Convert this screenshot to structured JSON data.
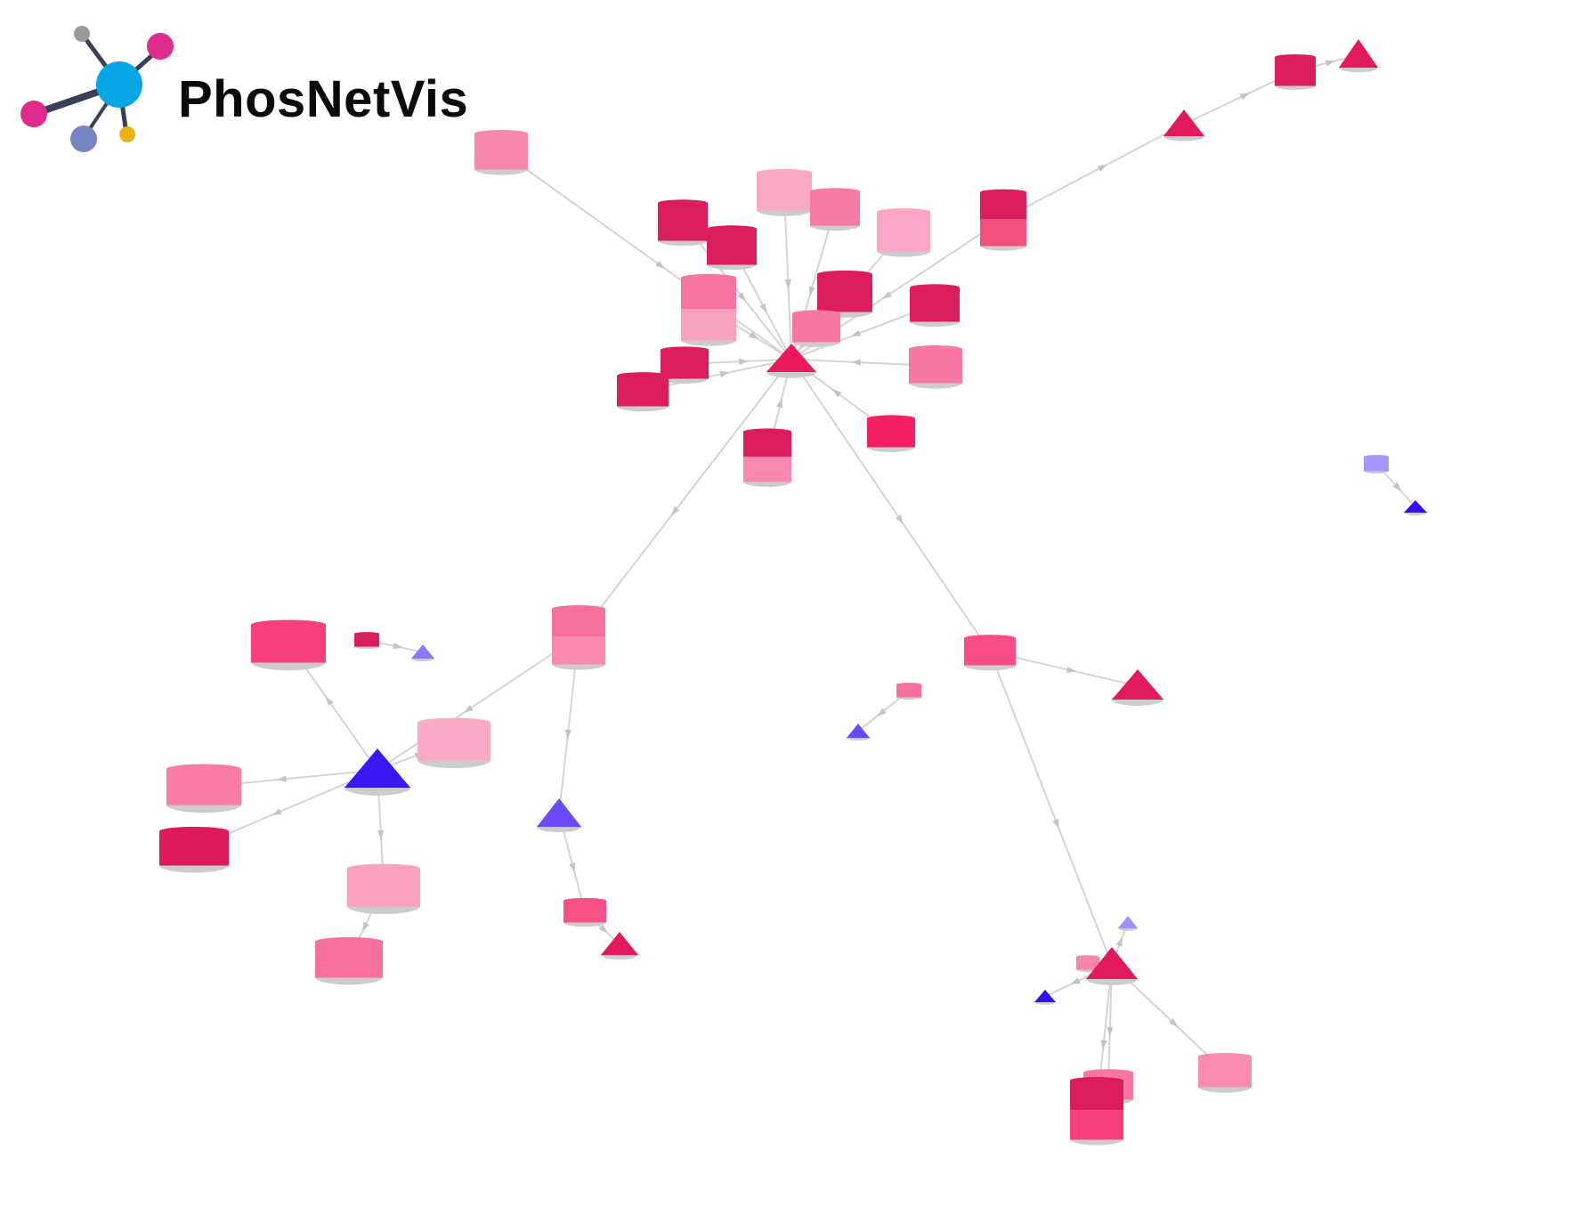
{
  "app": {
    "title": "PhosNetVis"
  },
  "colors": {
    "edge": "#d4d4d4",
    "arrow": "#c4c4c4",
    "cylinder_base": "#cccccc",
    "logo_hub": "#07a7e6",
    "logo_magenta": "#df2b8c",
    "logo_grey": "#999999",
    "logo_slate": "#7585c3",
    "logo_yellow": "#e9b31a",
    "logo_line": "#3a4055"
  },
  "legend": [],
  "nodes": [
    {
      "id": "hub",
      "shape": "cone",
      "color": "#e81a5c"
    },
    {
      "id": "c1",
      "shape": "cylinder",
      "color": "#f787ac"
    },
    {
      "id": "c2",
      "shape": "cylinder",
      "color": "#f9a8c5"
    },
    {
      "id": "c3",
      "shape": "cylinder",
      "color": "#f77aa3"
    },
    {
      "id": "c4",
      "shape": "cylinder",
      "color": "#fba6c6"
    },
    {
      "id": "c5",
      "shape": "cylinder",
      "color": "#dc1d5c"
    },
    {
      "id": "c6",
      "shape": "cylinder",
      "color": "#dc1d5c"
    },
    {
      "id": "c7",
      "shape": "cylinder",
      "colors": [
        "#f7749e",
        "#f9a1c0"
      ]
    },
    {
      "id": "c8",
      "shape": "cylinder",
      "color": "#dc1d5c"
    },
    {
      "id": "c9",
      "shape": "cylinder",
      "colors": [
        "#dc1d5c",
        "#f0517f"
      ]
    },
    {
      "id": "c10",
      "shape": "cylinder",
      "color": "#dc1d5c"
    },
    {
      "id": "c11",
      "shape": "cylinder",
      "color": "#f977a5"
    },
    {
      "id": "c12",
      "shape": "cylinder",
      "color": "#dc1d5c"
    },
    {
      "id": "c13",
      "shape": "cylinder",
      "color": "#dc1d5c"
    },
    {
      "id": "c14",
      "shape": "cylinder",
      "color": "#f878a1"
    },
    {
      "id": "c15",
      "shape": "cylinder",
      "color": "#f71f63"
    },
    {
      "id": "c16",
      "shape": "cylinder",
      "colors": [
        "#dc1d5c",
        "#f98aad"
      ]
    },
    {
      "id": "tr1",
      "shape": "cone",
      "color": "#e01a5c"
    },
    {
      "id": "tr2",
      "shape": "cone",
      "color": "#e01a5c"
    },
    {
      "id": "tr3",
      "shape": "cylinder",
      "color": "#dc1d5c"
    },
    {
      "id": "lm",
      "shape": "cylinder",
      "colors": [
        "#f6709c",
        "#f98aae"
      ]
    },
    {
      "id": "bl_tri",
      "shape": "cone",
      "color": "#3b17f1"
    },
    {
      "id": "bl1",
      "shape": "cylinder",
      "color": "#f73f80"
    },
    {
      "id": "bl2",
      "shape": "cylinder",
      "color": "#dc1d5c"
    },
    {
      "id": "bl2t",
      "shape": "cone",
      "color": "#8b78fd"
    },
    {
      "id": "bl3",
      "shape": "cylinder",
      "color": "#fba9c9"
    },
    {
      "id": "bl4",
      "shape": "cylinder",
      "color": "#f97ba8"
    },
    {
      "id": "bl5",
      "shape": "cylinder",
      "color": "#dd1b5a"
    },
    {
      "id": "bl6",
      "shape": "cylinder",
      "color": "#fba0c0"
    },
    {
      "id": "bl7",
      "shape": "cylinder",
      "color": "#f7709d"
    },
    {
      "id": "mid_tri",
      "shape": "cone",
      "color": "#6a4af9"
    },
    {
      "id": "mid_cyl",
      "shape": "cylinder",
      "color": "#f85186"
    },
    {
      "id": "mid_cone",
      "shape": "cone",
      "color": "#e01a5c"
    },
    {
      "id": "rm",
      "shape": "cylinder",
      "color": "#f84d88"
    },
    {
      "id": "rm_tri",
      "shape": "cone",
      "color": "#e01a5c"
    },
    {
      "id": "cs",
      "shape": "cylinder",
      "color": "#f7709d"
    },
    {
      "id": "cs_tri",
      "shape": "cone",
      "color": "#6a4af9"
    },
    {
      "id": "br_tri",
      "shape": "cone",
      "color": "#e01a5c"
    },
    {
      "id": "br_small",
      "shape": "cylinder",
      "color": "#f984a9"
    },
    {
      "id": "br_lav",
      "shape": "cone",
      "color": "#a090fd"
    },
    {
      "id": "br_blue",
      "shape": "cone",
      "color": "#3810f0"
    },
    {
      "id": "br_stack",
      "shape": "cylinder",
      "colors": [
        "#dc1d5c",
        "#f9407e"
      ]
    },
    {
      "id": "br_back",
      "shape": "cylinder",
      "color": "#f977a3"
    },
    {
      "id": "br_pink",
      "shape": "cylinder",
      "color": "#f98ab0"
    },
    {
      "id": "far_cyl",
      "shape": "cylinder",
      "color": "#a797f9"
    },
    {
      "id": "far_tri",
      "shape": "cone",
      "color": "#3810f0"
    }
  ],
  "edges": [
    [
      "c1",
      "hub"
    ],
    [
      "c2",
      "hub"
    ],
    [
      "c3",
      "hub"
    ],
    [
      "c4",
      "hub"
    ],
    [
      "c5",
      "hub"
    ],
    [
      "c6",
      "hub"
    ],
    [
      "c7",
      "hub"
    ],
    [
      "c8",
      "hub"
    ],
    [
      "c9",
      "hub"
    ],
    [
      "c10",
      "hub"
    ],
    [
      "c11",
      "hub"
    ],
    [
      "c12",
      "hub"
    ],
    [
      "c13",
      "hub"
    ],
    [
      "c14",
      "hub"
    ],
    [
      "c15",
      "hub"
    ],
    [
      "c16",
      "hub"
    ],
    [
      "c9",
      "tr1"
    ],
    [
      "tr1",
      "tr3"
    ],
    [
      "tr3",
      "tr2"
    ],
    [
      "hub",
      "lm"
    ],
    [
      "lm",
      "bl_tri"
    ],
    [
      "lm",
      "mid_tri"
    ],
    [
      "bl_tri",
      "bl1"
    ],
    [
      "bl_tri",
      "bl3"
    ],
    [
      "bl_tri",
      "bl4"
    ],
    [
      "bl_tri",
      "bl5"
    ],
    [
      "bl_tri",
      "bl6"
    ],
    [
      "bl6",
      "bl7"
    ],
    [
      "bl2",
      "bl2t"
    ],
    [
      "mid_tri",
      "mid_cyl"
    ],
    [
      "mid_cyl",
      "mid_cone"
    ],
    [
      "hub",
      "rm"
    ],
    [
      "rm",
      "rm_tri"
    ],
    [
      "rm",
      "br_tri"
    ],
    [
      "cs",
      "cs_tri"
    ],
    [
      "br_tri",
      "br_small"
    ],
    [
      "br_tri",
      "br_lav"
    ],
    [
      "br_tri",
      "br_blue"
    ],
    [
      "br_tri",
      "br_stack"
    ],
    [
      "br_tri",
      "br_back"
    ],
    [
      "br_tri",
      "br_pink"
    ],
    [
      "far_cyl",
      "far_tri"
    ]
  ]
}
